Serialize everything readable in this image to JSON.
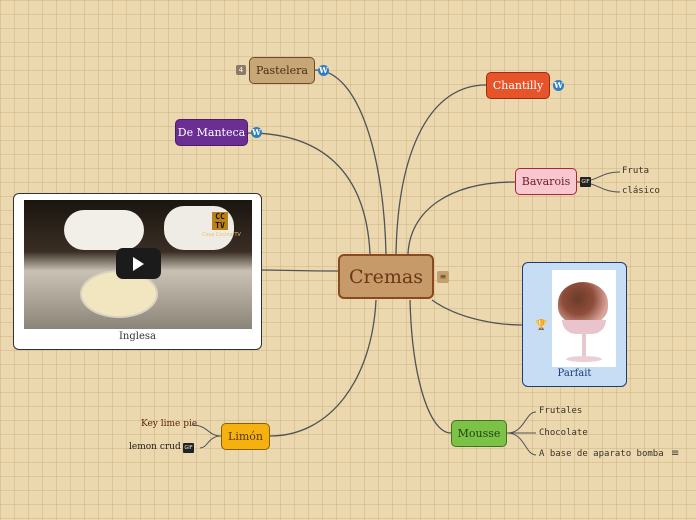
{
  "central": {
    "label": "Cremas"
  },
  "branches": {
    "pastelera": {
      "label": "Pastelera",
      "badge": "4"
    },
    "manteca": {
      "label": "De Manteca"
    },
    "chantilly": {
      "label": "Chantilly"
    },
    "bavarois": {
      "label": "Bavarois",
      "leaves": [
        "Fruta",
        "clásico"
      ]
    },
    "inglesa": {
      "label": "Inglesa"
    },
    "parfait": {
      "label": "Parfait"
    },
    "mousse": {
      "label": "Mousse",
      "leaves": [
        "Frutales",
        "Chocolate",
        "A base de aparato bomba"
      ]
    },
    "limon": {
      "label": "Limón",
      "leaves": [
        "Key lime pie",
        "lemon crud"
      ]
    }
  },
  "video": {
    "logo": "CC TV",
    "logo_text": "Cosa Cocina TV"
  },
  "icons": {
    "wordpress": "wordpress-icon",
    "gif": "GIF",
    "note": "≡",
    "trophy": "🏆"
  }
}
